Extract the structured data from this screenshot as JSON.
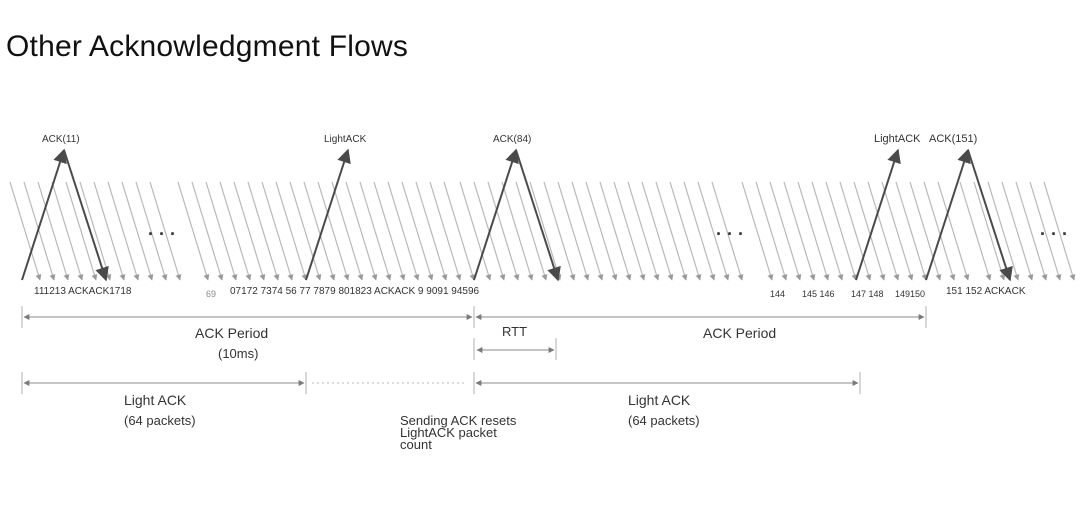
{
  "title": "Other Acknowledgment Flows",
  "ack_labels": {
    "ack11": "ACK(11)",
    "light_ack_1": "LightACK",
    "ack84": "ACK(84)",
    "light_ack_2": "LightACK",
    "ack151": "ACK(151)"
  },
  "ellipsis": "· · ·",
  "packet_sequences": {
    "seq1": "111213 ACKACK1718",
    "seq2": "69",
    "seq3": "07172 7374 56 77 7879 801823 ACKACK 9 9091 94596",
    "seq4": "144",
    "seq5": "145 146",
    "seq6": "147 148",
    "seq7": "149150",
    "seq8": "151 152 ACKACK"
  },
  "spans": {
    "ack_period_1": "ACK Period",
    "ack_period_1_sub": "(10ms)",
    "rtt": "RTT",
    "ack_period_2": "ACK Period",
    "light_ack_1": "Light ACK",
    "light_ack_1_sub": "(64 packets)",
    "light_ack_2": "Light ACK",
    "light_ack_2_sub": "(64 packets)"
  },
  "note": {
    "line1": "Sending ACK resets",
    "line2": "LightACK packet",
    "line3": "count"
  }
}
